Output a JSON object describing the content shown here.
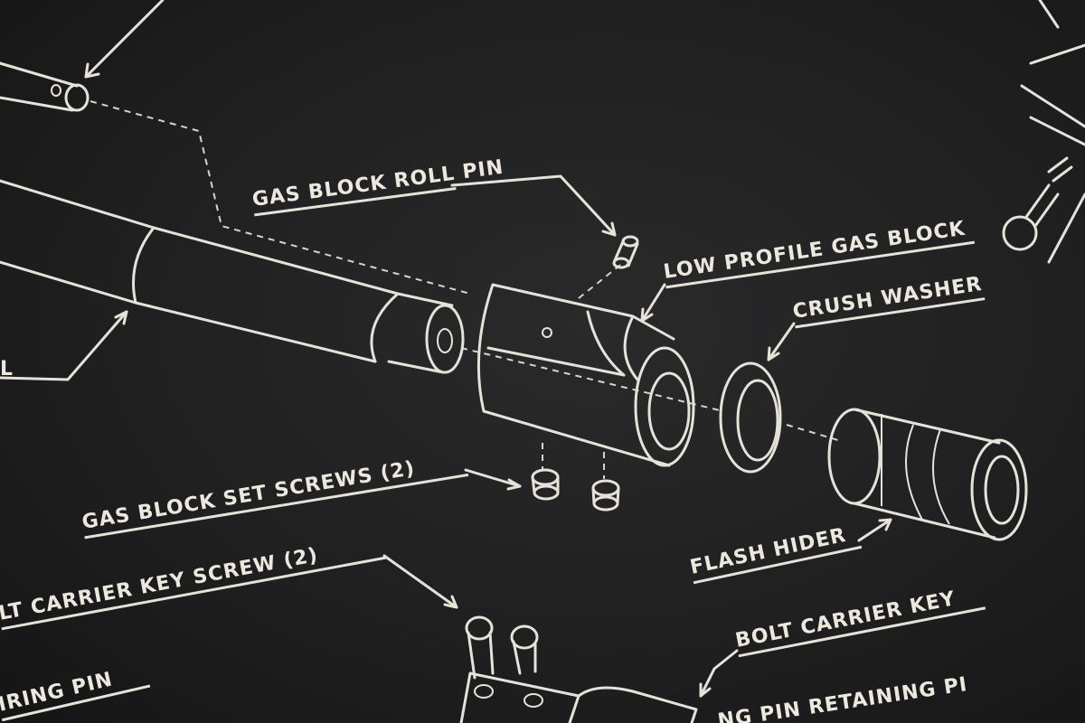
{
  "labels": {
    "gas_block_roll_pin": "GAS BLOCK ROLL PIN",
    "low_profile_gas_block": "LOW PROFILE GAS BLOCK",
    "crush_washer": "CRUSH WASHER",
    "gas_block_set_screws": "GAS BLOCK SET SCREWS (2)",
    "flash_hider": "FLASH HIDER",
    "bolt_carrier_key_screw": "LT CARRIER KEY SCREW (2)",
    "bolt_carrier_key": "BOLT CARRIER KEY",
    "firing_pin": "IRING PIN",
    "firing_pin_retaining_pin": "NG PIN RETAINING PI",
    "barrel_partial": "L"
  },
  "colors": {
    "background": "#1e1e1f",
    "ink": "#ece8e0"
  }
}
